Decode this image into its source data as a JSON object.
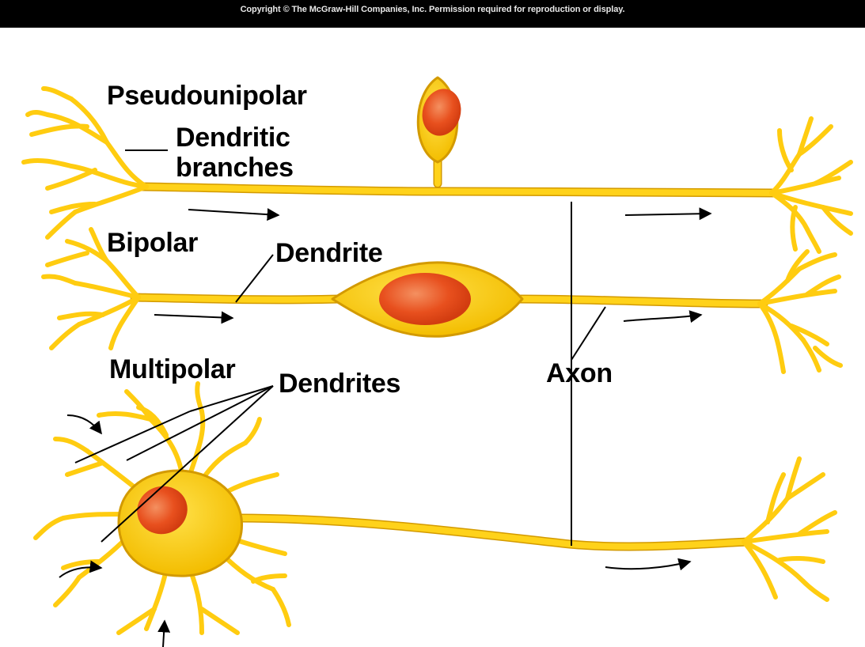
{
  "copyright": "Copyright © The McGraw-Hill Companies, Inc. Permission required for reproduction or display.",
  "labels": {
    "pseudounipolar": "Pseudounipolar",
    "dendritic": "Dendritic",
    "branches": "branches",
    "bipolar": "Bipolar",
    "dendrite": "Dendrite",
    "multipolar": "Multipolar",
    "dendrites": "Dendrites",
    "axon": "Axon"
  },
  "colors": {
    "neuron_fill": "#ffd21a",
    "neuron_edge": "#d39a00",
    "nucleus": "#e8501e",
    "nucleus_highlight": "#f07a40",
    "background": "#ffffff",
    "frame": "#000000"
  }
}
